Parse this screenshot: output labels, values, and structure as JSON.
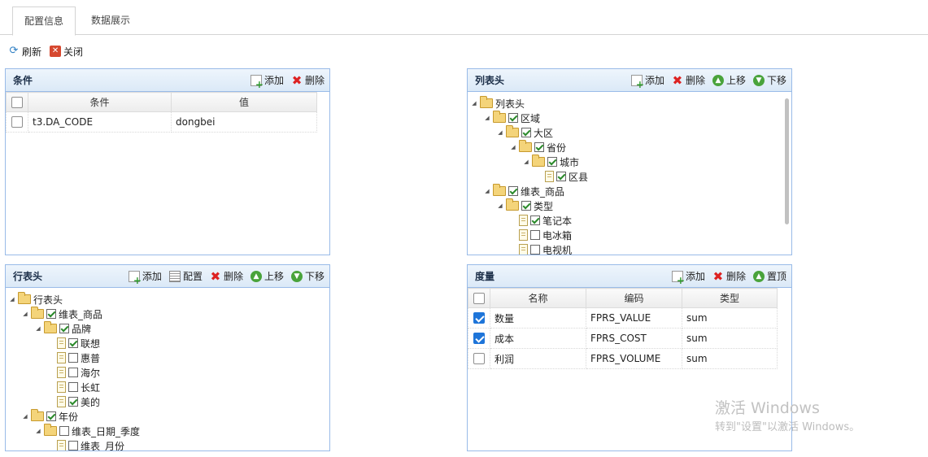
{
  "tabs": [
    "配置信息",
    "数据展示"
  ],
  "toolbar": {
    "refresh": "刷新",
    "close": "关闭"
  },
  "cond": {
    "title": "条件",
    "add": "添加",
    "del": "删除",
    "cols": [
      "条件",
      "值"
    ],
    "rows": [
      {
        "cond": "t3.DA_CODE",
        "val": "dongbei",
        "checked": false
      }
    ]
  },
  "colhead": {
    "title": "列表头",
    "add": "添加",
    "del": "删除",
    "up": "上移",
    "down": "下移",
    "nodes": [
      {
        "label": "列表头",
        "depth": 0,
        "kind": "folder",
        "open": true,
        "check": null
      },
      {
        "label": "区域",
        "depth": 1,
        "kind": "folder",
        "open": true,
        "check": true
      },
      {
        "label": "大区",
        "depth": 2,
        "kind": "folder",
        "open": true,
        "check": true
      },
      {
        "label": "省份",
        "depth": 3,
        "kind": "folder",
        "open": true,
        "check": true
      },
      {
        "label": "城市",
        "depth": 4,
        "kind": "folder",
        "open": true,
        "check": true
      },
      {
        "label": "区县",
        "depth": 5,
        "kind": "leaf",
        "check": true
      },
      {
        "label": "维表_商品",
        "depth": 1,
        "kind": "folder",
        "open": true,
        "check": true
      },
      {
        "label": "类型",
        "depth": 2,
        "kind": "folder",
        "open": true,
        "check": true
      },
      {
        "label": "笔记本",
        "depth": 3,
        "kind": "leaf",
        "check": true
      },
      {
        "label": "电冰箱",
        "depth": 3,
        "kind": "leaf",
        "check": false
      },
      {
        "label": "电视机",
        "depth": 3,
        "kind": "leaf",
        "check": false
      }
    ]
  },
  "rowhead": {
    "title": "行表头",
    "add": "添加",
    "cfg": "配置",
    "del": "删除",
    "up": "上移",
    "down": "下移",
    "nodes": [
      {
        "label": "行表头",
        "depth": 0,
        "kind": "folder",
        "open": true,
        "check": null
      },
      {
        "label": "维表_商品",
        "depth": 1,
        "kind": "folder",
        "open": true,
        "check": true
      },
      {
        "label": "品牌",
        "depth": 2,
        "kind": "folder",
        "open": true,
        "check": true
      },
      {
        "label": "联想",
        "depth": 3,
        "kind": "leaf",
        "check": true
      },
      {
        "label": "惠普",
        "depth": 3,
        "kind": "leaf",
        "check": false
      },
      {
        "label": "海尔",
        "depth": 3,
        "kind": "leaf",
        "check": false
      },
      {
        "label": "长虹",
        "depth": 3,
        "kind": "leaf",
        "check": false
      },
      {
        "label": "美的",
        "depth": 3,
        "kind": "leaf",
        "check": true
      },
      {
        "label": "年份",
        "depth": 1,
        "kind": "folder",
        "open": true,
        "check": true
      },
      {
        "label": "维表_日期_季度",
        "depth": 2,
        "kind": "folder",
        "open": true,
        "check": false
      },
      {
        "label": "维表_月份",
        "depth": 3,
        "kind": "leaf",
        "check": false
      }
    ]
  },
  "measure": {
    "title": "度量",
    "add": "添加",
    "del": "删除",
    "top": "置顶",
    "cols": [
      "名称",
      "编码",
      "类型"
    ],
    "rows": [
      {
        "name": "数量",
        "code": "FPRS_VALUE",
        "type": "sum",
        "checked": true
      },
      {
        "name": "成本",
        "code": "FPRS_COST",
        "type": "sum",
        "checked": true
      },
      {
        "name": "利润",
        "code": "FPRS_VOLUME",
        "type": "sum",
        "checked": false
      }
    ]
  },
  "watermark": {
    "line1": "激活 Windows",
    "line2": "转到\"设置\"以激活 Windows。"
  }
}
